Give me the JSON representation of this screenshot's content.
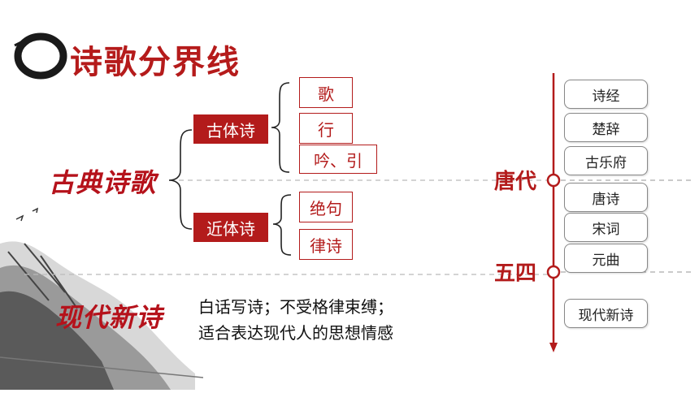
{
  "title": "诗歌分界线",
  "categories": {
    "classical": "古典诗歌",
    "modern": "现代新诗"
  },
  "classical_types": {
    "ancient_style": {
      "label": "古体诗",
      "forms": [
        "歌",
        "行",
        "吟、引"
      ]
    },
    "modern_style": {
      "label": "近体诗",
      "forms": [
        "绝句",
        "律诗"
      ]
    }
  },
  "modern_description": {
    "line1": "白话写诗；不受格律束缚；",
    "line2": "适合表达现代人的思想情感"
  },
  "timeline": {
    "items_before_tang": [
      "诗经",
      "楚辞",
      "古乐府"
    ],
    "items_after_tang": [
      "唐诗",
      "宋词",
      "元曲"
    ],
    "items_after_may4": [
      "现代新诗"
    ],
    "markers": {
      "tang": "唐代",
      "may4": "五四"
    }
  },
  "colors": {
    "accent": "#b31b1b",
    "divider": "#bbbbbb"
  }
}
